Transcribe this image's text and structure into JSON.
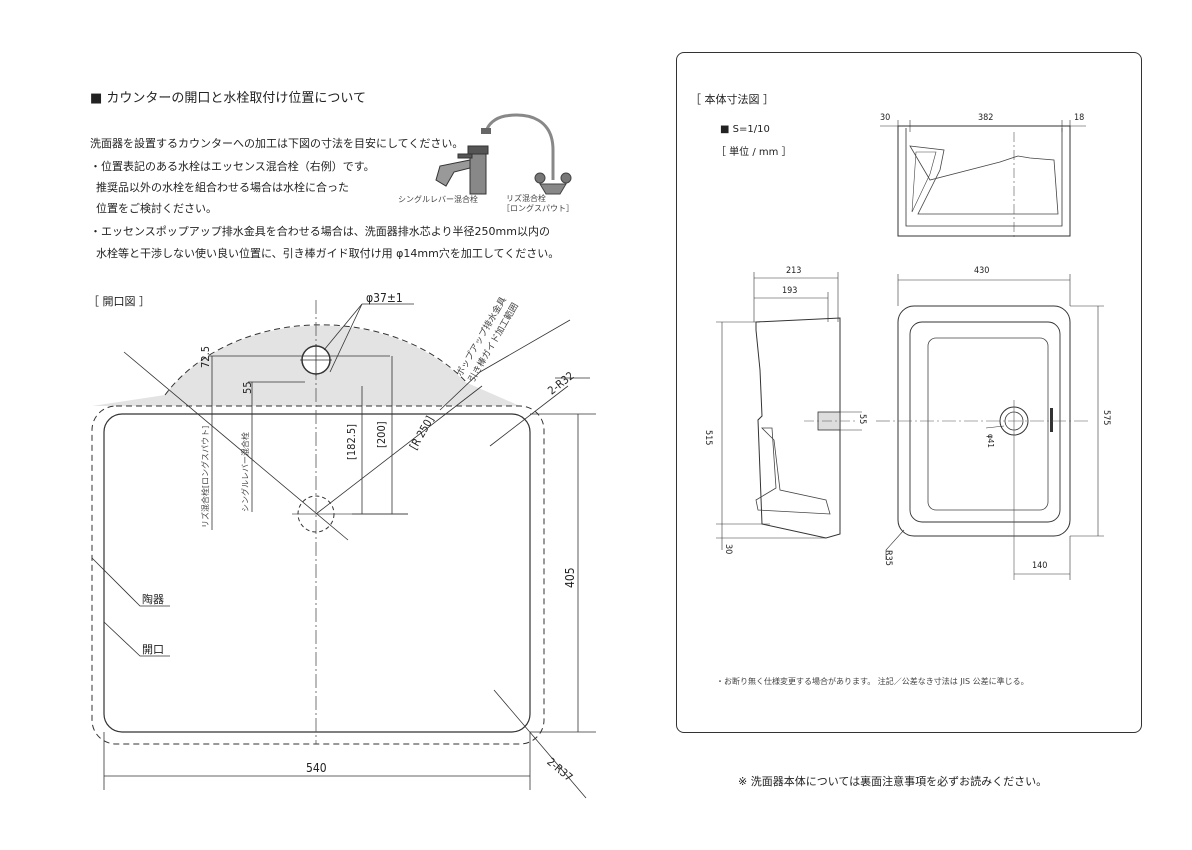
{
  "left": {
    "section_title": "■ カウンターの開口と水栓取付け位置について",
    "intro": "洗面器を設置するカウンターへの加工は下図の寸法を目安にしてください。",
    "note1_line1": "・位置表記のある水栓はエッセンス混合栓（右例）です。",
    "note1_line2": "推奨品以外の水栓を組合わせる場合は水栓に合った",
    "note1_line3": "位置をご検討ください。",
    "note2_line1": "・エッセンスポップアップ排水金具を合わせる場合は、洗面器排水芯より半径250mm以内の",
    "note2_line2": "水栓等と干渉しない使い良い位置に、引き棒ガイド取付け用 φ14mm穴を加工してください。",
    "faucet_single_label": "シングルレバー混合栓",
    "faucet_reese_label1": "リズ混合栓",
    "faucet_reese_label2": "［ロングスパウト］",
    "opening_title": "［ 開口図 ］",
    "hole_dim": "φ37±1",
    "dim_72_5": "72.5",
    "dim_55": "55",
    "dim_182_5": "[182.5]",
    "dim_200": "[200]",
    "dim_r250": "[R 250]",
    "dim_2r32": "2-R32",
    "dim_2r37": "2-R37",
    "dim_405": "405",
    "dim_540": "540",
    "popup_label1": "ポップアップ排水金具",
    "popup_label2": "引き棒ガイド加工範囲",
    "reese_vert_label": "リズ混合栓[ロングスパウト]",
    "single_vert_label": "シングルレバー混合栓",
    "ceramic_label": "陶器",
    "opening_label": "開口"
  },
  "right": {
    "title": "［ 本体寸法図 ］",
    "scale": "■ S=1/10",
    "unit": "［ 単位 / mm ］",
    "dims_top": [
      "30",
      "382",
      "18"
    ],
    "dim_213": "213",
    "dim_193": "193",
    "dim_430": "430",
    "dim_515": "515",
    "dim_55": "55",
    "dim_30": "30",
    "dim_575": "575",
    "dim_phi41": "φ41",
    "dim_r35": "R35",
    "dim_140": "140",
    "footer_note": "・お断り無く仕様変更する場合があります。 注記／公差なき寸法は JIS 公差に準じる。"
  },
  "bottom_note": "※ 洗面器本体については裏面注意事項を必ずお読みください。"
}
